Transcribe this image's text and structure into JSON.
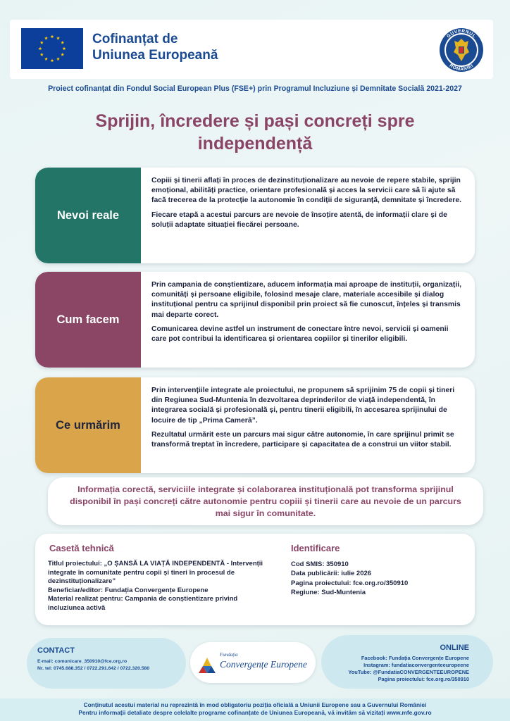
{
  "header": {
    "cofinantat": "Cofinanțat de",
    "uniunea": "Uniunea Europeană",
    "gov_logo_top": "GUVERNUL",
    "gov_logo_bottom": "ROMÂNIEI"
  },
  "project_line": "Proiect cofinanțat din Fondul Social European Plus (FSE+) prin Programul Incluziune și Demnitate Socială 2021-2027",
  "title": "Sprijin, încredere și pași concreți spre independență",
  "sections": [
    {
      "label": "Nevoi reale",
      "color": "#237667",
      "paragraphs": [
        "Copiii și tinerii aflați în proces de dezinstituționalizare au nevoie de repere stabile, sprijin emoțional, abilități practice, orientare profesională și acces la servicii care să îi ajute să facă trecerea de la protecție la autonomie în condiții de siguranță, demnitate și încredere.",
        "Fiecare etapă a acestui parcurs are nevoie de însoțire atentă, de informații clare și de soluții adaptate situației fiecărei persoane."
      ]
    },
    {
      "label": "Cum facem",
      "color": "#8a4664",
      "paragraphs": [
        "Prin campania de conștientizare, aducem informația mai aproape de instituții, organizații, comunități și persoane eligibile, folosind mesaje clare, materiale accesibile și dialog instituțional pentru ca sprijinul disponibil prin proiect să fie cunoscut, înțeles și transmis mai departe corect.",
        "Comunicarea devine astfel un instrument de conectare între nevoi, servicii și oamenii care pot contribui la identificarea și orientarea copiilor și tinerilor eligibili."
      ]
    },
    {
      "label": "Ce urmărim",
      "color": "#d9a44a",
      "paragraphs": [
        "Prin intervențiile integrate ale proiectului, ne propunem să sprijinim 75 de copii și tineri din Regiunea Sud-Muntenia în dezvoltarea deprinderilor de viață independentă, în integrarea socială și profesională și, pentru tinerii eligibili, în accesarea sprijinului de locuire de tip „Prima Cameră”.",
        "Rezultatul urmărit este un parcurs mai sigur către autonomie, în care sprijinul primit se transformă treptat în încredere, participare și capacitatea de a construi un viitor stabil."
      ]
    }
  ],
  "callout": "Informația corectă, serviciile integrate și colaborarea instituțională pot transforma sprijinul disponibil în pași concreți către autonomie pentru copiii și tinerii care au nevoie de un parcurs mai sigur în comunitate.",
  "tech": {
    "title": "Casetă tehnică",
    "lines": [
      "Titlul proiectului: „O ȘANSĂ LA VIAȚĂ INDEPENDENTĂ - Intervenții integrate în comunitate pentru copii și tineri în procesul de dezinstituționalizare”",
      "Beneficiar/editor: Fundația Convergențe Europene",
      "Material realizat pentru: Campania de conștientizare privind incluziunea activă"
    ]
  },
  "identification": {
    "title": "Identificare",
    "lines": [
      "Cod SMIS: 350910",
      "Data publicării: iulie 2026",
      "Pagina proiectului: fce.org.ro/350910",
      "Regiune: Sud-Muntenia"
    ]
  },
  "contact": {
    "title": "CONTACT",
    "email": "E-mail: comunicare_350910@fce.org.ro",
    "phone": "Nr. tel: 0745.688.352 / 0722.291.642 / 0722.320.580"
  },
  "foundation": {
    "small": "Fundația",
    "name": "Convergențe Europene"
  },
  "online": {
    "title": "ONLINE",
    "lines": [
      "Facebook: Fundația Convergențe Europene",
      "Instagram: fundatiaconvergenteeuropeene",
      "YouTube: @FundatiaCONVERGENTEEUROPENE",
      "Pagina proiectului: fce.org.ro/350910"
    ]
  },
  "footer": [
    "Conținutul acestui material nu reprezintă în mod obligatoriu poziția oficială a Uniunii Europene sau a Guvernului României",
    "Pentru informații detaliate despre celelalte programe cofinanțate de Uniunea Europeană, vă invităm să vizitați www.mfe.gov.ro"
  ],
  "colors": {
    "navy": "#1a4a92",
    "plum": "#8a4466",
    "teal": "#237667",
    "gold": "#d9a44a",
    "eu_blue": "#0c3f9b",
    "eu_star": "#ffcc00"
  }
}
